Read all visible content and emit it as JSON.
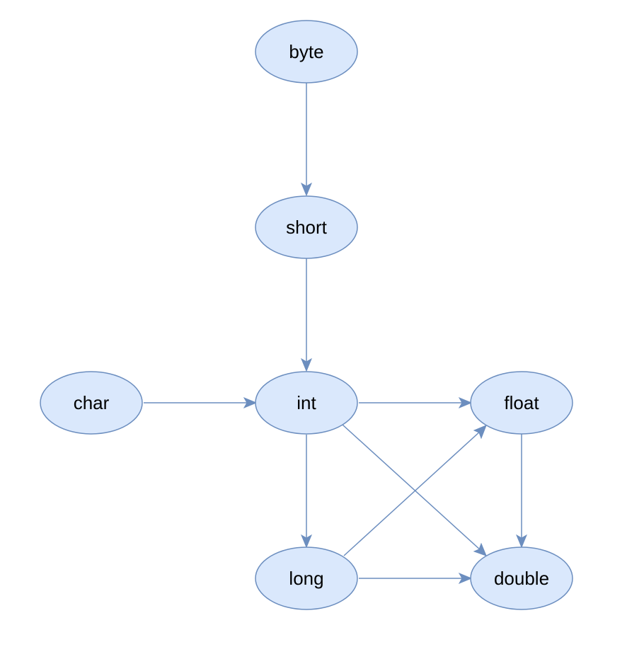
{
  "colors": {
    "node_fill": "#dae8fc",
    "node_stroke": "#6c8ebf",
    "edge": "#6c8ebf",
    "text": "#000000",
    "background": "#ffffff"
  },
  "nodes": {
    "byte": {
      "label": "byte"
    },
    "short": {
      "label": "short"
    },
    "char": {
      "label": "char"
    },
    "int": {
      "label": "int"
    },
    "float": {
      "label": "float"
    },
    "long": {
      "label": "long"
    },
    "double": {
      "label": "double"
    }
  },
  "edges": [
    {
      "from": "byte",
      "to": "short"
    },
    {
      "from": "short",
      "to": "int"
    },
    {
      "from": "char",
      "to": "int"
    },
    {
      "from": "int",
      "to": "float"
    },
    {
      "from": "int",
      "to": "long"
    },
    {
      "from": "int",
      "to": "double"
    },
    {
      "from": "long",
      "to": "float"
    },
    {
      "from": "long",
      "to": "double"
    },
    {
      "from": "float",
      "to": "double"
    }
  ]
}
